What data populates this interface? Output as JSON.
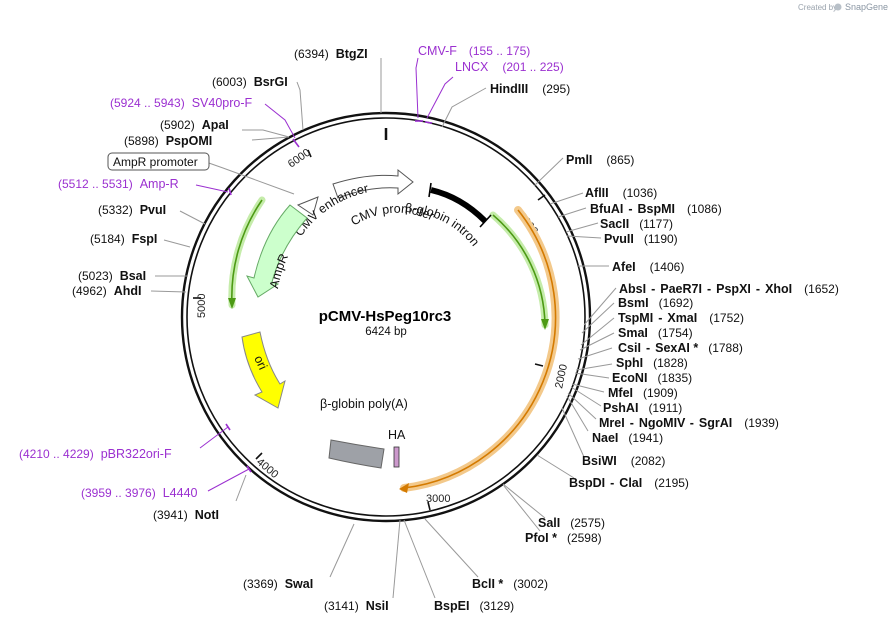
{
  "credit": {
    "prefix": "Created by",
    "logo_text": "SnapGene"
  },
  "plasmid": {
    "name": "pCMV-HsPeg10rc3",
    "size": "6424 bp"
  },
  "ticks": {
    "t1000": "1000",
    "t2000": "2000",
    "t3000": "3000",
    "t4000": "4000",
    "t5000": "5000",
    "t6000": "6000"
  },
  "features": {
    "cmv_enhancer": "CMV enhancer",
    "cmv_promoter": "CMV promoter",
    "beta_globin_intron": "β-globin intron",
    "ampr": "AmpR",
    "ori": "ori",
    "beta_globin_polya": "β-globin poly(A)",
    "ha": "HA",
    "ampr_promoter": "AmpR promoter"
  },
  "primers": {
    "cmv_f": {
      "name": "CMV-F",
      "range": "(155 .. 175)"
    },
    "lncx": {
      "name": "LNCX",
      "range": "(201 .. 225)"
    },
    "sv40pro_f": {
      "name": "SV40pro-F",
      "range": "(5924 .. 5943)"
    },
    "amp_r": {
      "name": "Amp-R",
      "range": "(5512 .. 5531)"
    },
    "pbr322ori_f": {
      "name": "pBR322ori-F",
      "range": "(4210 .. 4229)"
    },
    "l4440": {
      "name": "L4440",
      "range": "(3959 .. 3976)"
    }
  },
  "sites": {
    "btgzi": {
      "name": "BtgZI",
      "pos": "(6394)"
    },
    "bsrgi": {
      "name": "BsrGI",
      "pos": "(6003)"
    },
    "apai": {
      "name": "ApaI",
      "pos": "(5902)"
    },
    "pspomi": {
      "name": "PspOMI",
      "pos": "(5898)"
    },
    "pvui": {
      "name": "PvuI",
      "pos": "(5332)"
    },
    "fspi": {
      "name": "FspI",
      "pos": "(5184)"
    },
    "bsai": {
      "name": "BsaI",
      "pos": "(5023)"
    },
    "ahdi": {
      "name": "AhdI",
      "pos": "(4962)"
    },
    "noti": {
      "name": "NotI",
      "pos": "(3941)"
    },
    "swai": {
      "name": "SwaI",
      "pos": "(3369)"
    },
    "nsii": {
      "name": "NsiI",
      "pos": "(3141)"
    },
    "bspei": {
      "name": "BspEI",
      "pos": "(3129)"
    },
    "bcli": {
      "name": "BclI *",
      "pos": "(3002)"
    },
    "pfoi": {
      "name": "PfoI *",
      "pos": "(2598)"
    },
    "sali": {
      "name": "SalI",
      "pos": "(2575)"
    },
    "bspdi_clai": {
      "a": "BspDI",
      "sep": "-",
      "b": "ClaI",
      "pos": "(2195)"
    },
    "bsiwi": {
      "name": "BsiWI",
      "pos": "(2082)"
    },
    "naei": {
      "name": "NaeI",
      "pos": "(1941)"
    },
    "mrei_group": {
      "a": "MreI",
      "b": "NgoMIV",
      "c": "SgrAI",
      "sep": "-",
      "pos": "(1939)"
    },
    "pshai": {
      "name": "PshAI",
      "pos": "(1911)"
    },
    "mfei": {
      "name": "MfeI",
      "pos": "(1909)"
    },
    "econi": {
      "name": "EcoNI",
      "pos": "(1835)"
    },
    "sphi": {
      "name": "SphI",
      "pos": "(1828)"
    },
    "csii_group": {
      "a": "CsiI",
      "b": "SexAI *",
      "sep": "-",
      "pos": "(1788)"
    },
    "smai": {
      "name": "SmaI",
      "pos": "(1754)"
    },
    "tspmi_group": {
      "a": "TspMI",
      "b": "XmaI",
      "sep": "-",
      "pos": "(1752)"
    },
    "bsmi": {
      "name": "BsmI",
      "pos": "(1692)"
    },
    "absi_group": {
      "a": "AbsI",
      "b": "PaeR7I",
      "c": "PspXI",
      "d": "XhoI",
      "sep": "-",
      "pos": "(1652)"
    },
    "afei": {
      "name": "AfeI",
      "pos": "(1406)"
    },
    "pvuii": {
      "name": "PvuII",
      "pos": "(1190)"
    },
    "sacii": {
      "name": "SacII",
      "pos": "(1177)"
    },
    "bfuai_group": {
      "a": "BfuAI",
      "b": "BspMI",
      "sep": "-",
      "pos": "(1086)"
    },
    "aflii": {
      "name": "AflII",
      "pos": "(1036)"
    },
    "pmli": {
      "name": "PmlI",
      "pos": "(865)"
    },
    "hindiii": {
      "name": "HindIII",
      "pos": "(295)"
    }
  },
  "colors": {
    "backbone": "#111111",
    "promoter_arrow": "#ffffff",
    "intron": "#000000",
    "ampr": "#ccffcc",
    "ori": "#ffff00",
    "polya": "#9ea1a7",
    "ha": "#cc99cc",
    "primer": "#9b30d0",
    "orf_halo_orange": "#f3c98b",
    "orf_halo_green": "#c5ecaa",
    "orf_arrow_orange": "#d47a00",
    "orf_arrow_green": "#4c9a14"
  }
}
